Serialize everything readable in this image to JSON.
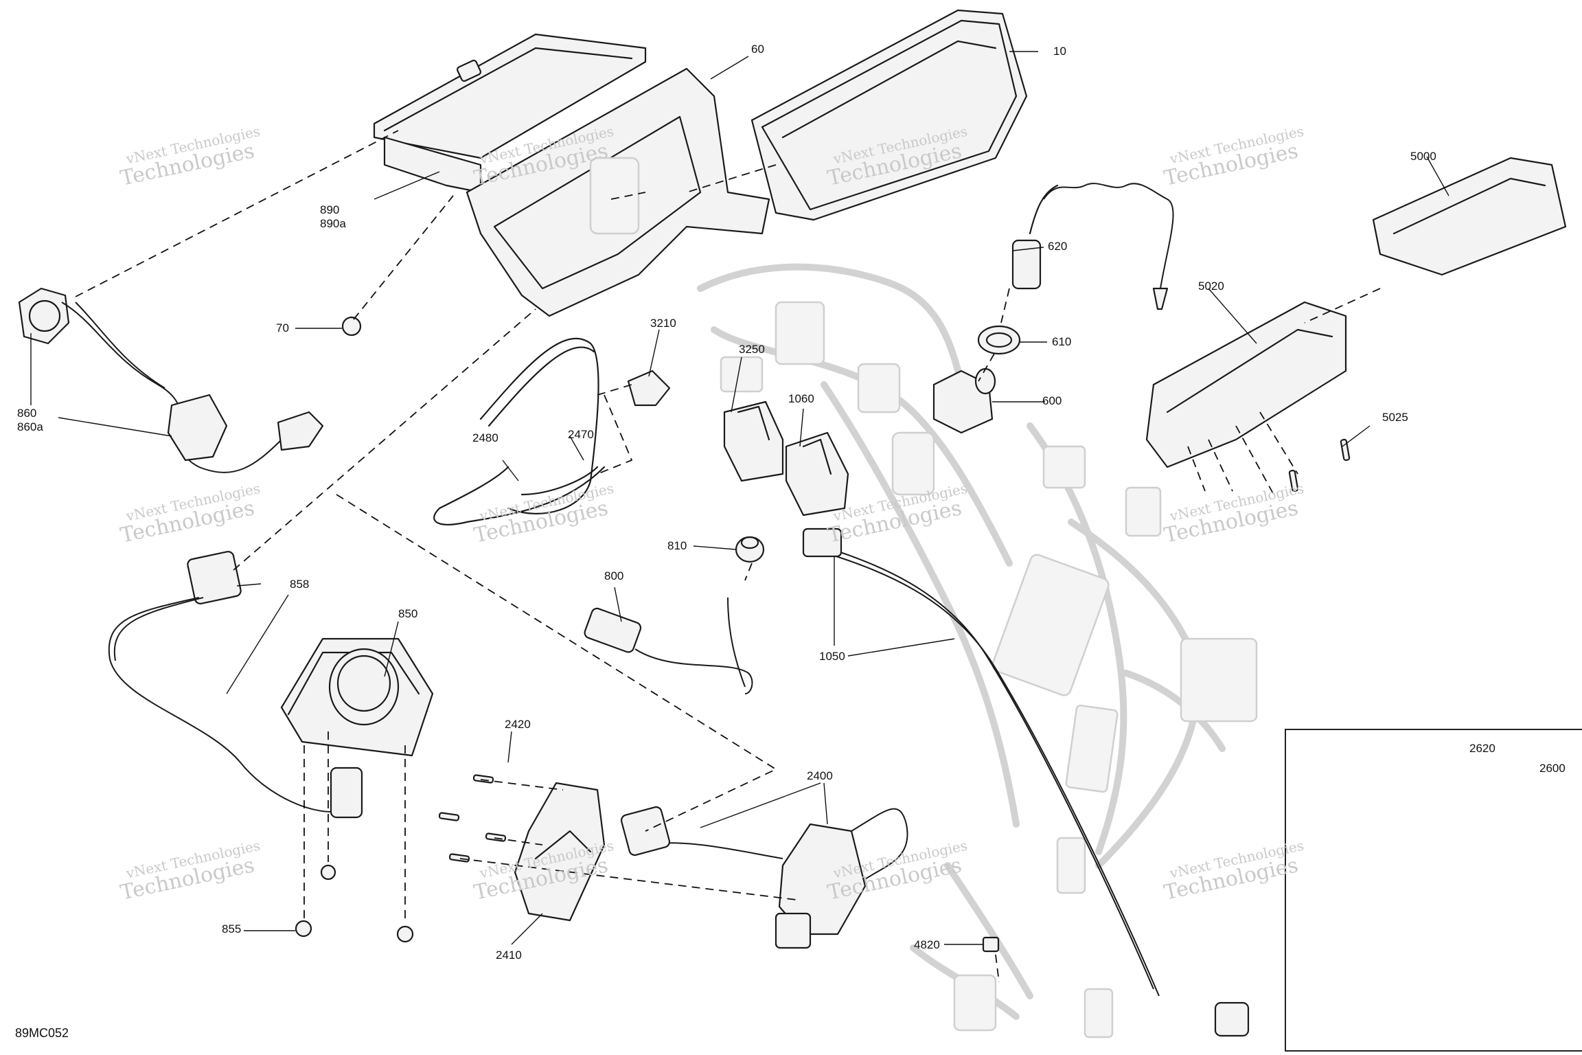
{
  "diagram": {
    "code": "89MC052",
    "watermark_line1": "vNext Technologies",
    "watermark_line2": "Technologies",
    "callouts": [
      {
        "id": "c10",
        "label": "10"
      },
      {
        "id": "c60",
        "label": "60"
      },
      {
        "id": "c890",
        "label": "890\n890a"
      },
      {
        "id": "c70",
        "label": "70"
      },
      {
        "id": "c860",
        "label": "860\n860a"
      },
      {
        "id": "c858",
        "label": "858"
      },
      {
        "id": "c850",
        "label": "850"
      },
      {
        "id": "c855",
        "label": "855"
      },
      {
        "id": "c2420",
        "label": "2420"
      },
      {
        "id": "c2410",
        "label": "2410"
      },
      {
        "id": "c2400",
        "label": "2400"
      },
      {
        "id": "c2480",
        "label": "2480"
      },
      {
        "id": "c2470",
        "label": "2470"
      },
      {
        "id": "c3210",
        "label": "3210"
      },
      {
        "id": "c3250",
        "label": "3250"
      },
      {
        "id": "c1060",
        "label": "1060"
      },
      {
        "id": "c810",
        "label": "810"
      },
      {
        "id": "c800",
        "label": "800"
      },
      {
        "id": "c1050",
        "label": "1050"
      },
      {
        "id": "c620",
        "label": "620"
      },
      {
        "id": "c610",
        "label": "610"
      },
      {
        "id": "c600",
        "label": "600"
      },
      {
        "id": "c5000",
        "label": "5000"
      },
      {
        "id": "c5020",
        "label": "5020"
      },
      {
        "id": "c5025",
        "label": "5025"
      },
      {
        "id": "c4820",
        "label": "4820"
      },
      {
        "id": "c2620",
        "label": "2620"
      },
      {
        "id": "c2600",
        "label": "2600"
      }
    ]
  }
}
